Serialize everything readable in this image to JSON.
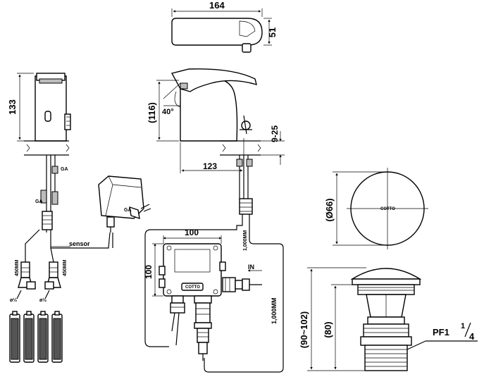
{
  "dimensions": {
    "top_width": "164",
    "top_height": "51",
    "side_height": "133",
    "spout_height": "(116)",
    "spout_angle": "40°",
    "deck_thickness": "9-25",
    "reach": "123",
    "box_width": "100",
    "box_height": "100",
    "hose_short_1": "1,000MM",
    "hose_long": "1,000MM",
    "hose_left_1": "450MM",
    "hose_left_2": "450MM",
    "drain_diameter": "(Ø66)",
    "drain_total": "(90~102)",
    "drain_body": "(80)",
    "drain_thread": "PF1",
    "drain_thread_fraction_num": "1",
    "drain_thread_fraction_den": "4"
  },
  "labels": {
    "sensor": "sensor",
    "inlet": "IN",
    "brand_box": "COTTO",
    "brand_drain": "COTTO"
  },
  "icons": [
    "faucet-top-view",
    "faucet-side-view",
    "faucet-front-view",
    "transformer-adapter",
    "control-box",
    "batteries",
    "pop-up-drain-top",
    "pop-up-drain-side"
  ]
}
